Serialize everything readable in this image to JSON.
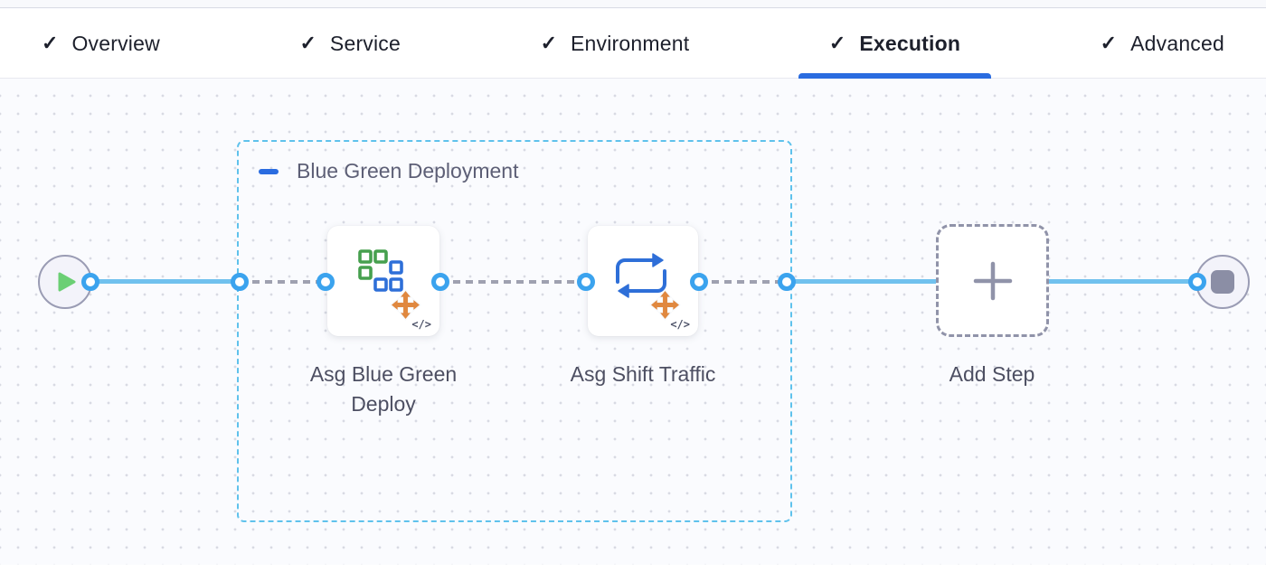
{
  "tab_bar": {
    "check_glyph": "✓",
    "tabs": [
      {
        "label": "Overview",
        "active": false
      },
      {
        "label": "Service",
        "active": false
      },
      {
        "label": "Environment",
        "active": false
      },
      {
        "label": "Execution",
        "active": true
      },
      {
        "label": "Advanced",
        "active": false
      }
    ]
  },
  "canvas": {
    "group": {
      "label": "Blue Green Deployment"
    },
    "steps": [
      {
        "label": "Asg Blue Green Deploy",
        "code_glyph": "</>"
      },
      {
        "label": "Asg Shift Traffic",
        "code_glyph": "</>"
      }
    ],
    "add_step": {
      "label": "Add Step"
    }
  },
  "icons": {
    "tab_check": "check-icon",
    "start_node": "play-icon",
    "end_node": "stop-icon",
    "group_collapse": "minus-icon",
    "step1": "asg-blue-green-deploy-icon",
    "step2": "asg-shift-traffic-icon",
    "step_overlay": "move-arrows-icon",
    "add_step": "plus-icon",
    "code_badge": "code-glyph-icon"
  },
  "colors": {
    "active_tab_underline": "#2a6ce0",
    "tab_text": "#1d202c",
    "connector_blue": "#70c1ee",
    "connector_dash_gray": "#9fa1b0",
    "port_ring_blue": "#3ba3ee",
    "group_border_blue": "#5fc2ec",
    "group_label_gray": "#5d5f76",
    "step_label_gray": "#4d4f62",
    "add_step_gray": "#9093a9",
    "node_border_gray": "#9a9cb4",
    "node_fill": "#f3f3fa",
    "play_green": "#6bcf74",
    "stop_gray": "#8b8ea5",
    "icon_square_green": "#46a04e",
    "icon_square_blue": "#2e6fd8",
    "move_arrows_orange": "#e0883f"
  }
}
